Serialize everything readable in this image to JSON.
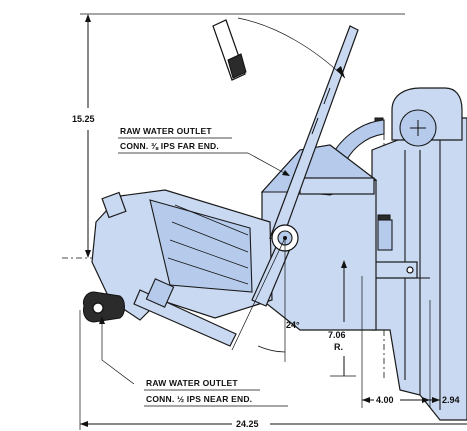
{
  "colors": {
    "body_fill": "#c9d9f2",
    "body_shade": "#b6cbec",
    "line": "#111111",
    "background": "#ffffff"
  },
  "dimensions": {
    "height_label": "15.25",
    "overall_width_label": "24.25",
    "base_width_label": "4.00",
    "right_offset_label": "2.94",
    "radius_value": "7.06",
    "radius_unit": "R.",
    "angle_label": "24°"
  },
  "callouts": {
    "far_end_line1": "RAW WATER OUTLET",
    "far_end_line2": "CONN. ⅜ IPS FAR END.",
    "near_end_line1": "RAW WATER OUTLET",
    "near_end_line2": "CONN. ½ IPS NEAR END."
  }
}
